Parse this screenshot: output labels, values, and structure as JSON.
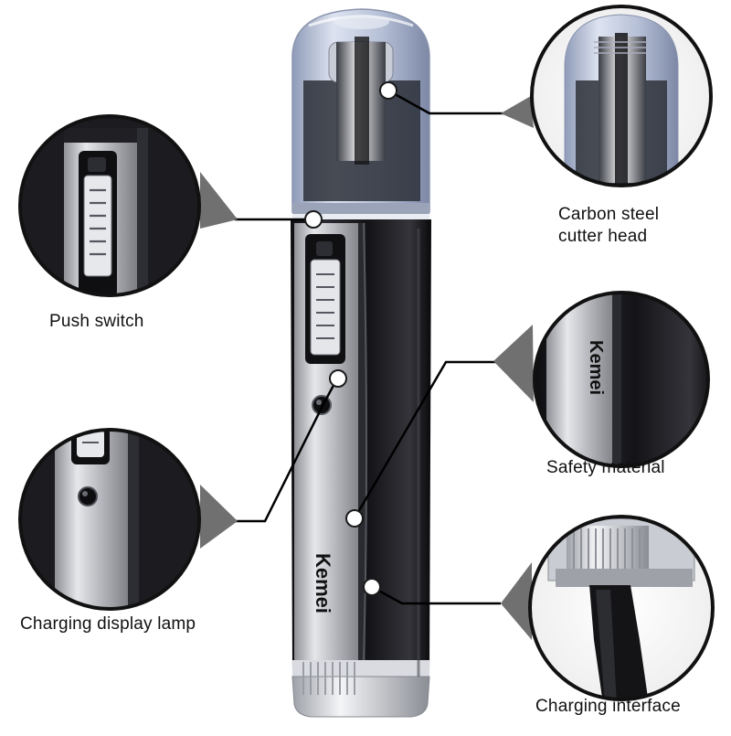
{
  "product": {
    "brand": "Kemei"
  },
  "callouts": [
    {
      "id": "cutter-head",
      "label_lines": [
        "Carbon steel",
        "cutter head"
      ]
    },
    {
      "id": "push-switch",
      "label_lines": [
        "Push switch"
      ]
    },
    {
      "id": "safety-material",
      "label_lines": [
        "Safety material"
      ]
    },
    {
      "id": "charging-lamp",
      "label_lines": [
        "Charging display lamp"
      ]
    },
    {
      "id": "charging-interface",
      "label_lines": [
        "Charging interface"
      ]
    }
  ],
  "colors": {
    "body_dark": "#1e1e22",
    "body_silver": "#c9cbd0",
    "cap_clear": "#b9c3da",
    "leader_line": "#000000",
    "callout_wedge": "#707070"
  }
}
